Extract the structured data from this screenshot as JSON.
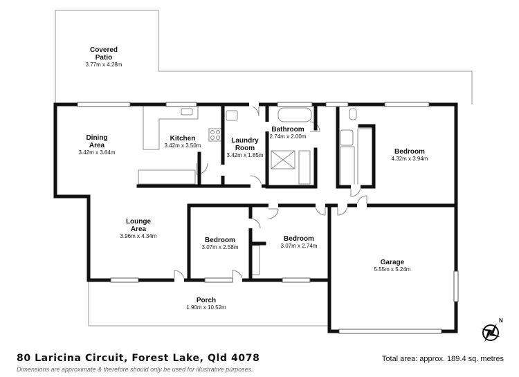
{
  "rooms": [
    {
      "id": "covered-patio",
      "name": [
        "Covered",
        "Patio"
      ],
      "dims": "3.77m x 4.28m"
    },
    {
      "id": "dining",
      "name": [
        "Dining",
        "Area"
      ],
      "dims": "3.42m x 3.64m"
    },
    {
      "id": "kitchen",
      "name": [
        "Kitchen"
      ],
      "dims": "3.42m x 3.50m"
    },
    {
      "id": "laundry",
      "name": [
        "Laundry",
        "Room"
      ],
      "dims": "3.42m x 1.85m"
    },
    {
      "id": "bathroom",
      "name": [
        "Bathroom"
      ],
      "dims": "2.74m x 2.00m"
    },
    {
      "id": "bedroom-1",
      "name": [
        "Bedroom"
      ],
      "dims": "4.32m x 3.94m"
    },
    {
      "id": "lounge",
      "name": [
        "Lounge",
        "Area"
      ],
      "dims": "3.96m x 4.34m"
    },
    {
      "id": "bedroom-2",
      "name": [
        "Bedroom"
      ],
      "dims": "3.07m x 2.58m"
    },
    {
      "id": "bedroom-3",
      "name": [
        "Bedroom"
      ],
      "dims": "3.07m x 2.74m"
    },
    {
      "id": "garage",
      "name": [
        "Garage"
      ],
      "dims": "5.55m x 5.24m"
    },
    {
      "id": "porch",
      "name": [
        "Porch"
      ],
      "dims": "1.90m x 10.52m"
    }
  ],
  "footer": {
    "address": "80 Laricina Circuit, Forest Lake, Qld 4078",
    "total_area": "Total area: approx. 189.4 sq. metres",
    "disclaimer": "Dimensions are approximate & therefore should only be used for illustrative purposes."
  },
  "compass": {
    "label": "N",
    "icon": "compass-icon"
  },
  "colors": {
    "wall": "#111111",
    "outline": "#9a9a9a",
    "window": "#ffffff"
  }
}
